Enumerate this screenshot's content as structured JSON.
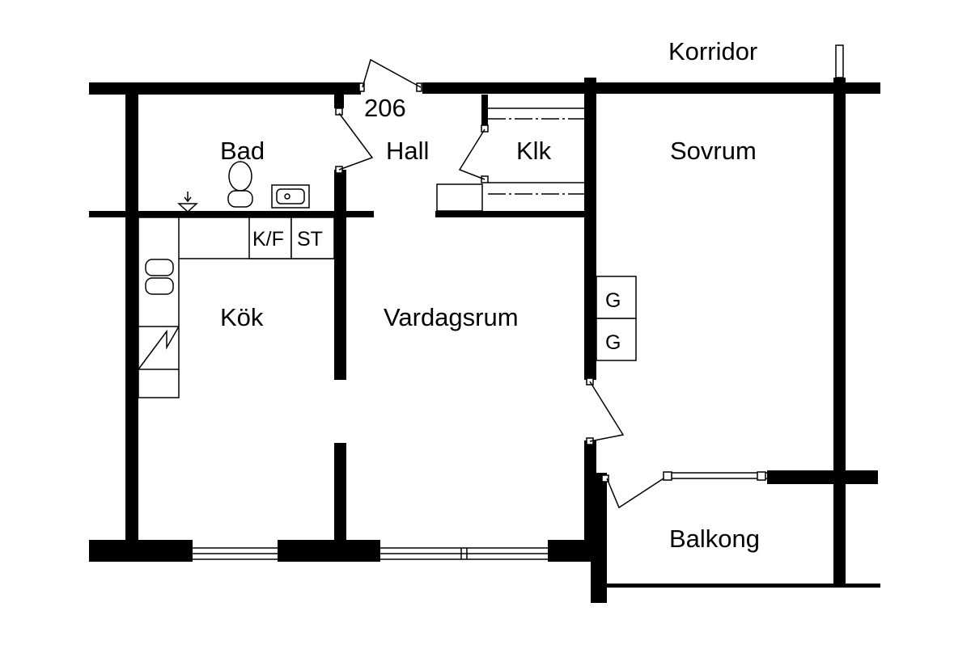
{
  "corridor_label": "Korridor",
  "unit_number": "206",
  "rooms": {
    "bathroom": "Bad",
    "hall": "Hall",
    "closet": "Klk",
    "bedroom": "Sovrum",
    "kitchen": "Kök",
    "living_room": "Vardagsrum",
    "balcony": "Balkong"
  },
  "fixtures": {
    "fridge_freezer": "K/F",
    "stove": "ST",
    "wardrobe_top": "G",
    "wardrobe_bottom": "G"
  },
  "colors": {
    "wall": "#000000",
    "background": "#ffffff"
  }
}
